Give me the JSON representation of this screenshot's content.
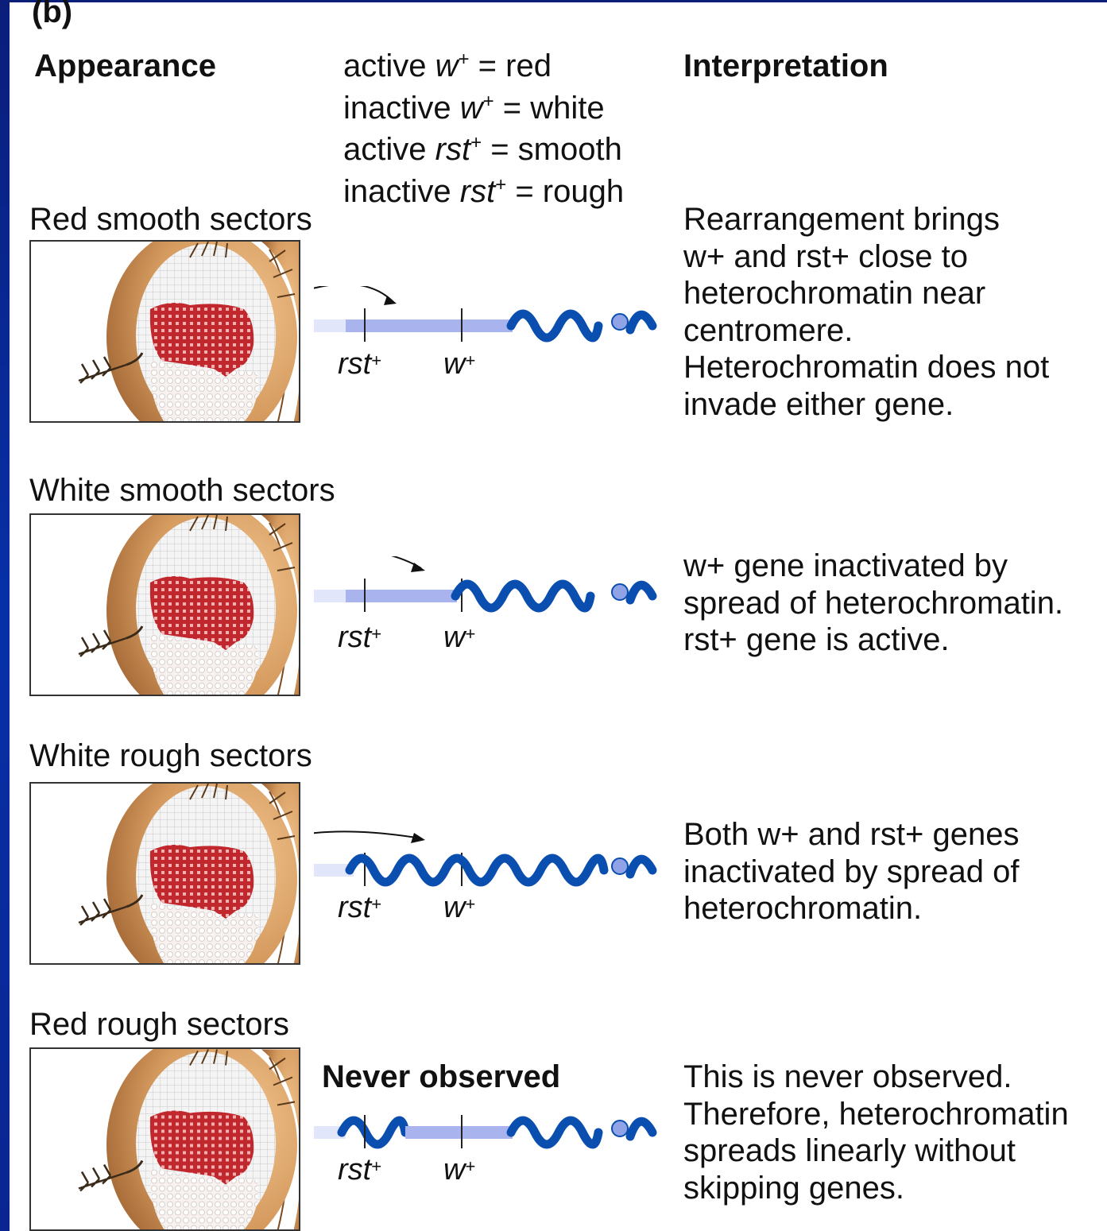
{
  "figure_label": "(b)",
  "headers": {
    "appearance": "Appearance",
    "interpretation": "Interpretation"
  },
  "legend": [
    {
      "state": "active",
      "gene": "w",
      "value": "= red"
    },
    {
      "state": "inactive",
      "gene": "w",
      "value": "= white"
    },
    {
      "state": "active",
      "gene": "rst",
      "value": "= smooth"
    },
    {
      "state": "inactive",
      "gene": "rst",
      "value": "= rough"
    }
  ],
  "gene_labels": {
    "rst": "rst",
    "w": "w",
    "plus": "+"
  },
  "never_observed": "Never observed",
  "panels": [
    {
      "title": "Red smooth sectors",
      "interpretation": [
        "Rearrangement brings",
        "w+ and rst+ close to",
        "heterochromatin near",
        "centromere.",
        "Heterochromatin does not",
        "invade either gene."
      ]
    },
    {
      "title": "White smooth sectors",
      "interpretation": [
        "w+ gene inactivated by",
        "spread of heterochromatin.",
        "rst+ gene is active."
      ]
    },
    {
      "title": "White rough sectors",
      "interpretation": [
        "Both w+ and rst+ genes",
        "inactivated by spread of",
        "heterochromatin."
      ]
    },
    {
      "title": "Red rough sectors",
      "interpretation": [
        "This is never observed.",
        "Therefore, heterochromatin",
        "spreads linearly without",
        "skipping genes."
      ]
    }
  ],
  "colors": {
    "heterochromatin": "#0a4fb0",
    "euchromatin": "#a9b4ee",
    "eye_red": "#c0282d",
    "head_tan": "#d59a5e",
    "frame_blue": "#0730a8"
  }
}
